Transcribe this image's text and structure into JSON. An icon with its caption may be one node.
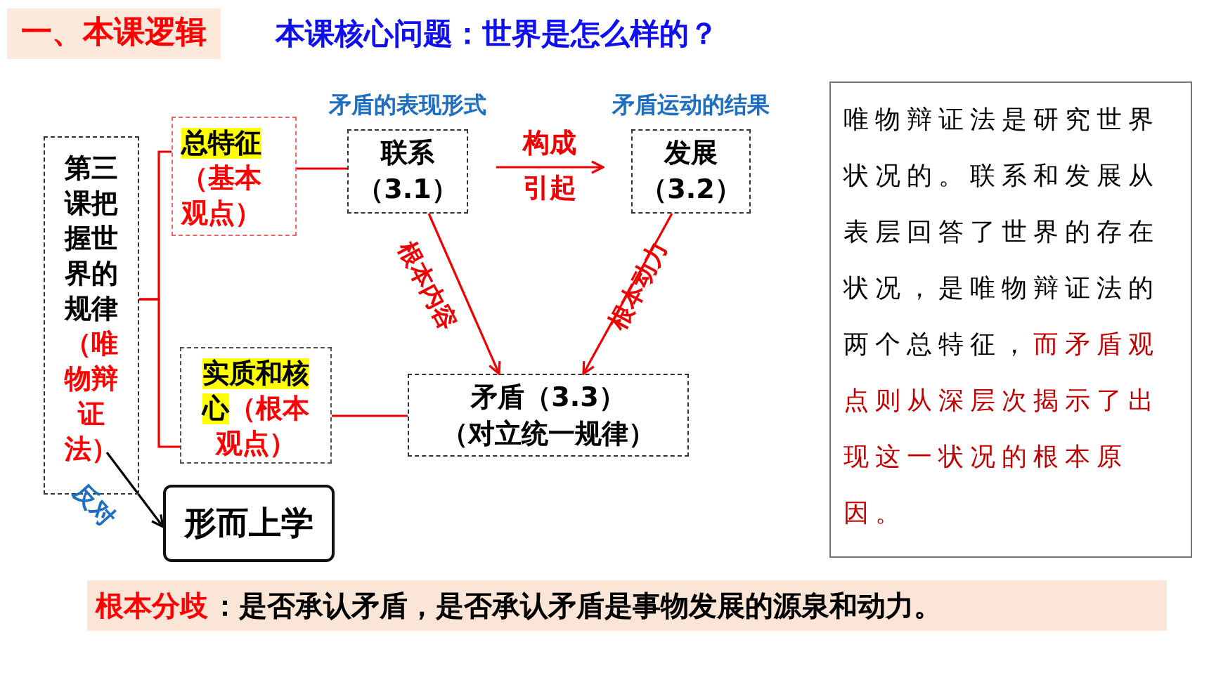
{
  "diagram": {
    "title": "一、本课逻辑",
    "nodes": [
      {
        "text": [
          "第三课把握世界的规律",
          "（唯物辩证法）"
        ]
      },
      {
        "text": [
          "总特征",
          "（基本观点）"
        ]
      },
      {
        "text": [
          "联系",
          "（3.1）"
        ],
        "beside": [
          "矛盾的表现形式"
        ]
      },
      {
        "text": [
          "发展",
          "（3.2）"
        ],
        "beside": [
          "矛盾运动的结果"
        ]
      },
      {
        "text": [
          "实质和核心",
          "（根本观点）"
        ]
      },
      {
        "text": [
          "矛盾（3.3）",
          "（对立统一规律）"
        ]
      },
      {
        "text": [
          "形而上学"
        ]
      },
      {
        "text": [
          "唯物辩证法是研究世界状况的。联系和发展从表层回答了世界的存在状况，是唯物辩证法的两个总特征，",
          "而矛盾观点则从深层次揭示了出现这一状况的根本原因。"
        ]
      }
    ],
    "edges": [
      {
        "from": 0,
        "to": 1,
        "arrow": "none"
      },
      {
        "from": 0,
        "to": 4,
        "arrow": "none"
      },
      {
        "from": 1,
        "to": 2,
        "arrow": "none"
      },
      {
        "from": 2,
        "to": 3,
        "arrow": "to",
        "label": "构成引起"
      },
      {
        "from": 2,
        "to": 5,
        "arrow": "to",
        "label": "根本内容"
      },
      {
        "from": 3,
        "to": 5,
        "arrow": "to",
        "label": "根本动力"
      },
      {
        "from": 4,
        "to": 5,
        "arrow": "none"
      },
      {
        "from": 0,
        "to": 6,
        "arrow": "to",
        "label": "反对",
        "color": "#000000"
      }
    ],
    "labels": [
      "本课核心问题：世界是怎么样的？",
      "根本分歧",
      "：是否承认矛盾，是否承认矛盾是事物发展的源泉和动力。"
    ]
  }
}
